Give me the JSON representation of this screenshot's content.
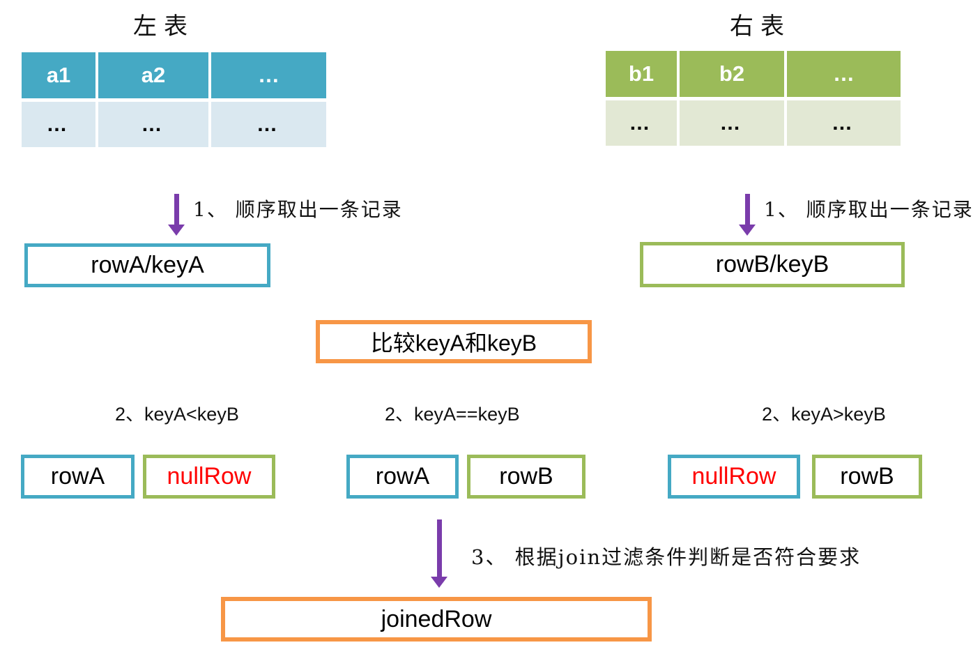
{
  "colors": {
    "teal": "#45A9C4",
    "teal_light": "#DAE8F0",
    "green": "#9BBB59",
    "green_light": "#E2E8D4",
    "orange": "#F79646",
    "purple": "#7A3CAB",
    "red": "#FF0000"
  },
  "left_table": {
    "title": "左表",
    "headers": [
      "a1",
      "a2",
      "…"
    ],
    "row": [
      "…",
      "…",
      "…"
    ]
  },
  "right_table": {
    "title": "右表",
    "headers": [
      "b1",
      "b2",
      "…"
    ],
    "row": [
      "…",
      "…",
      "…"
    ]
  },
  "steps": {
    "step1_left": "1、 顺序取出一条记录",
    "step1_right": "1、 顺序取出一条记录",
    "step3": "3、 根据join过滤条件判断是否符合要求"
  },
  "boxes": {
    "rowA_keyA": "rowA/keyA",
    "rowB_keyB": "rowB/keyB",
    "compare": "比较keyA和keyB",
    "joined": "joinedRow"
  },
  "conditions": {
    "lt": "2、keyA<keyB",
    "eq": "2、keyA==keyB",
    "gt": "2、keyA>keyB"
  },
  "pairs": {
    "lt": {
      "left": "rowA",
      "right": "nullRow"
    },
    "eq": {
      "left": "rowA",
      "right": "rowB"
    },
    "gt": {
      "left": "nullRow",
      "right": "rowB"
    }
  }
}
